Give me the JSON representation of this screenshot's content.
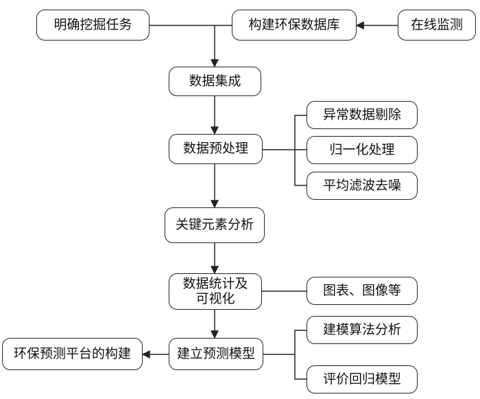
{
  "nodes": {
    "define_task": "明确挖掘任务",
    "build_db": "构建环保数据库",
    "online_monitor": "在线监测",
    "integration": "数据集成",
    "preprocess": "数据预处理",
    "outlier_removal": "异常数据剔除",
    "normalization": "归一化处理",
    "denoise": "平均滤波去噪",
    "key_elements": "关键元素分析",
    "statistics": "数据统计及\n可视化",
    "charts": "图表、图像等",
    "build_model": "建立预测模型",
    "platform": "环保预测平台的构建",
    "algorithm": "建模算法分析",
    "evaluate": "评价回归模型"
  }
}
